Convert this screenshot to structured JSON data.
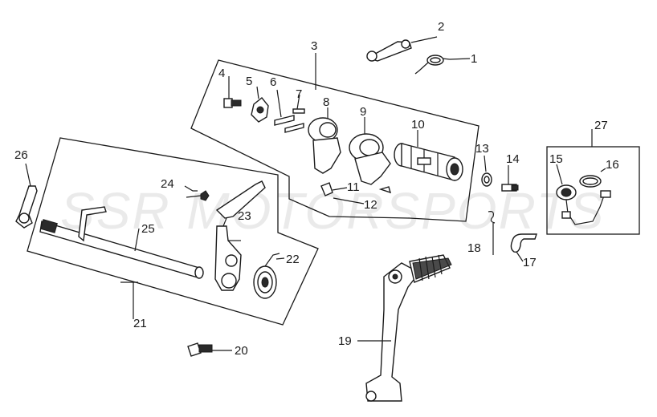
{
  "watermark": "SSR MOTORSPORTS",
  "labels": {
    "p1": "1",
    "p2": "2",
    "p3": "3",
    "p4": "4",
    "p5": "5",
    "p6": "6",
    "p7": "7",
    "p8": "8",
    "p9": "9",
    "p10": "10",
    "p11": "11",
    "p12": "12",
    "p13": "13",
    "p14": "14",
    "p15": "15",
    "p16": "16",
    "p17": "17",
    "p18": "18",
    "p19": "19",
    "p20": "20",
    "p21": "21",
    "p22": "22",
    "p23": "23",
    "p24": "24",
    "p25": "25",
    "p26": "26",
    "p27": "27"
  }
}
